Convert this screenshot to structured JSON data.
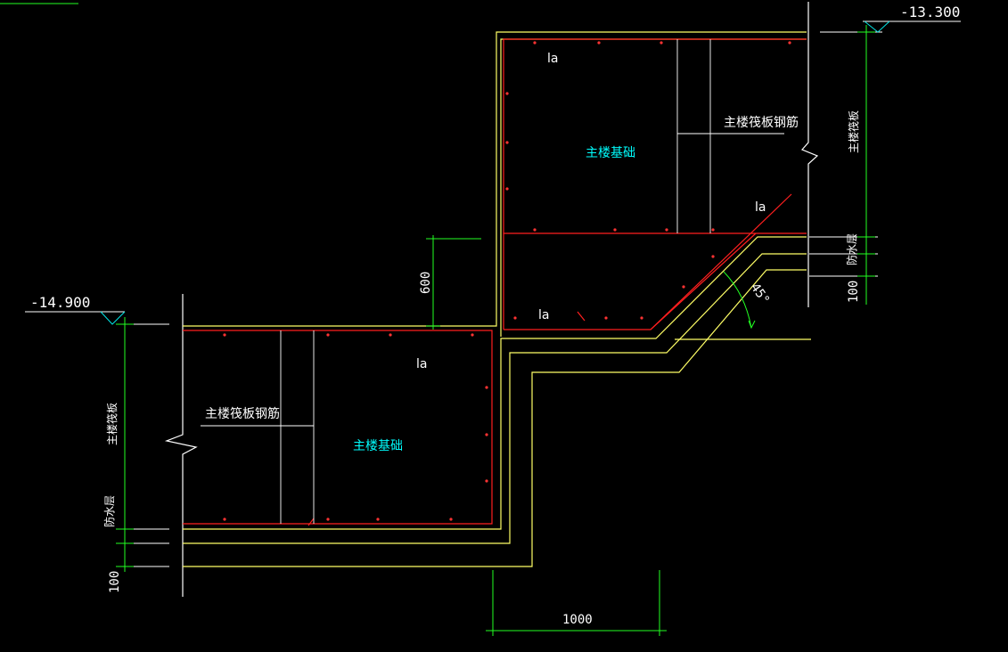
{
  "colors": {
    "background": "#000000",
    "rebar": "#ff1f1f",
    "outline": "#ffff66",
    "dimension": "#22ff22",
    "leader": "#ffffff",
    "label": "#00ffff"
  },
  "drawing": {
    "elevation_right": "-13.300",
    "elevation_left": "-14.900",
    "foundation_label_upper": "主楼基础",
    "foundation_label_lower": "主楼基础",
    "rebar_label_upper": "主楼筏板钢筋",
    "rebar_label_lower": "主楼筏板钢筋",
    "slab_label_right": "主楼筏板",
    "slab_label_left": "主楼筏板",
    "waterproof_right": "防水层",
    "waterproof_left": "防水层",
    "anchor_1": "la",
    "anchor_2": "la",
    "anchor_3": "la",
    "anchor_4": "la",
    "dim_step": "600",
    "dim_width": "1000",
    "dim_layer_right": "100",
    "dim_layer_left": "100",
    "angle": "45°"
  }
}
